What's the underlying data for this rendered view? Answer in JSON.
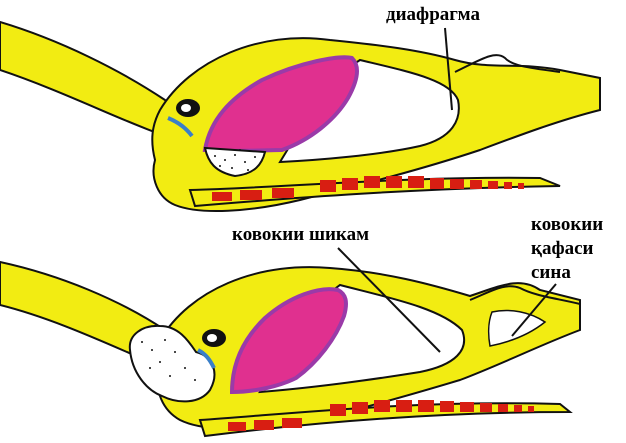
{
  "labels": {
    "diaphragm": "диафрагма",
    "abdominal_cavity": "ковокии шикам",
    "thoracic_cavity": [
      "ковокии",
      "қафаси",
      "сина"
    ]
  },
  "colors": {
    "body_fill": "#f2ec12",
    "outline": "#111111",
    "organ_pink": "#e0308f",
    "organ_purple": "#9a3aa8",
    "vertebra_red": "#d81e12",
    "kidney_blue": "#3a7fc8",
    "cavity_white": "#ffffff"
  }
}
